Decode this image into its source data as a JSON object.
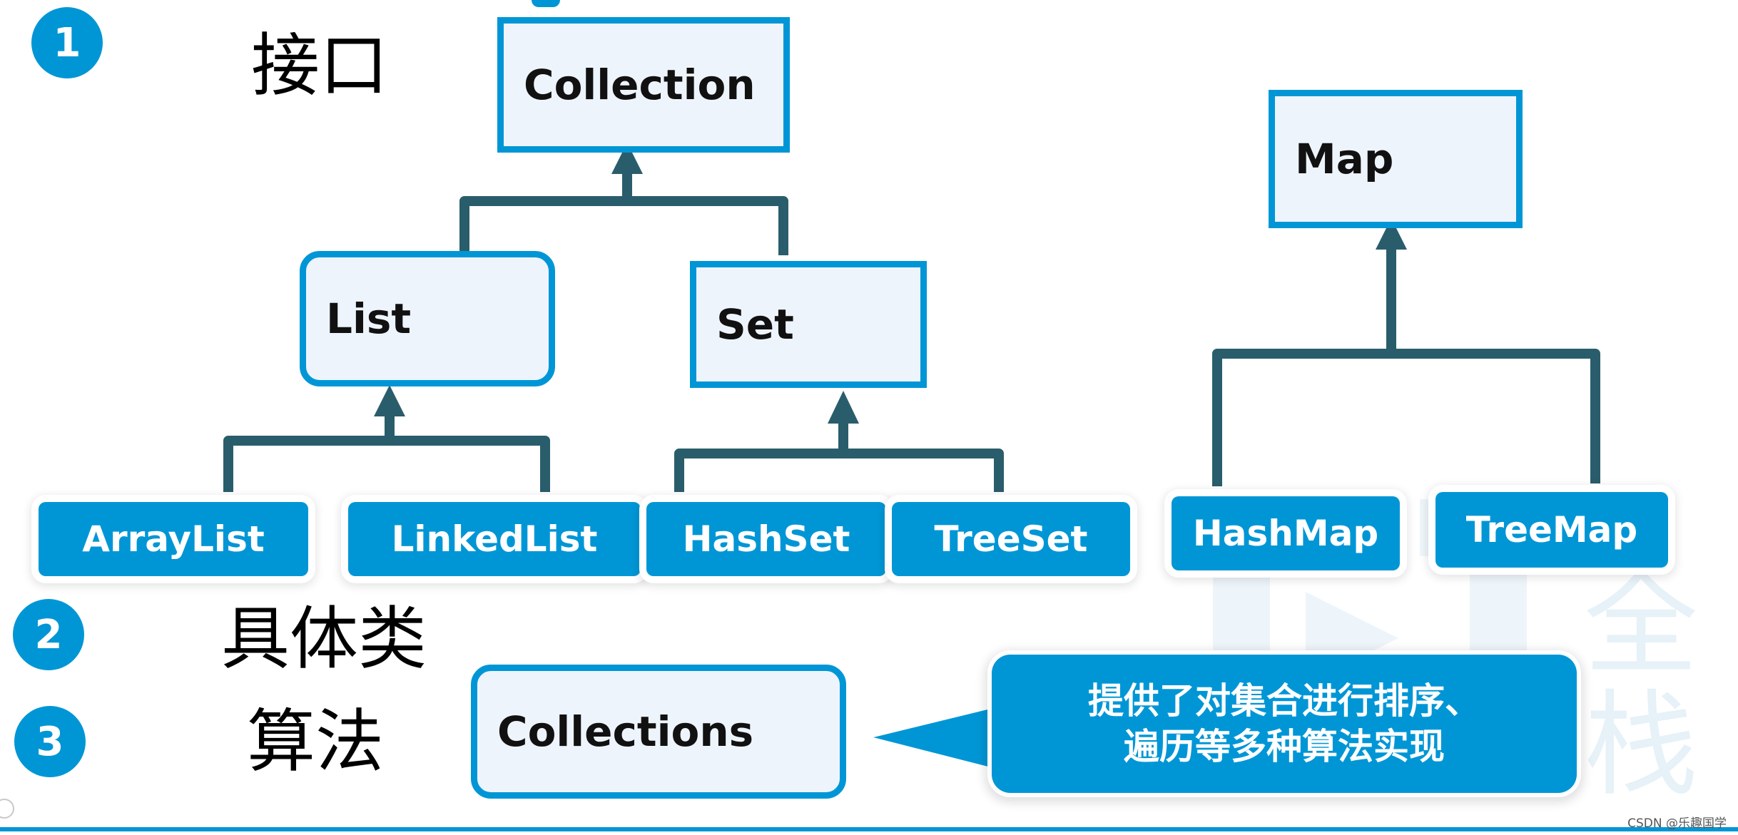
{
  "steps": [
    {
      "num": "1",
      "label": "接口"
    },
    {
      "num": "2",
      "label": "具体类"
    },
    {
      "num": "3",
      "label": "算法"
    }
  ],
  "interfaces": {
    "collection": "Collection",
    "list": "List",
    "set": "Set",
    "map": "Map"
  },
  "implementations": {
    "arraylist": "ArrayList",
    "linkedlist": "LinkedList",
    "hashset": "HashSet",
    "treeset": "TreeSet",
    "hashmap": "HashMap",
    "treemap": "TreeMap"
  },
  "algorithms": {
    "collections": "Collections",
    "callout": "提供了对集合进行排序、\n遍历等多种算法实现"
  },
  "watermark_text": "全栈\n大数",
  "credit": "CSDN @乐趣国学",
  "colors": {
    "accent": "#0096d6",
    "connector": "#2a5d6b",
    "interface_fill": "#eef4fc"
  }
}
